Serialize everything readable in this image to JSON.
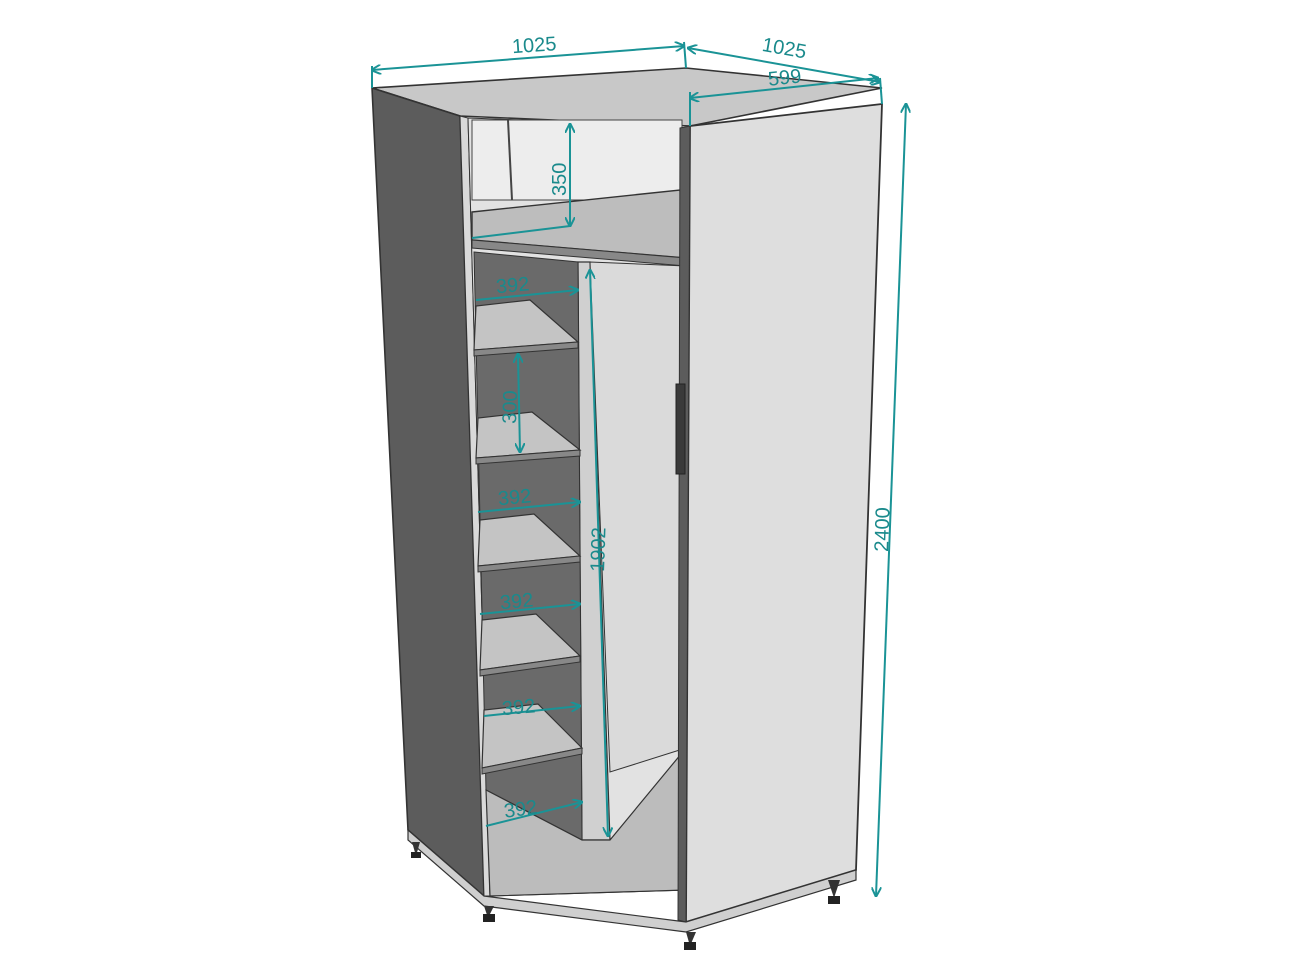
{
  "colors": {
    "dimension": "#1a9396",
    "panel_dark": "#5c5c5c",
    "panel_light": "#dcdcdc",
    "panel_mid": "#bdbdbd",
    "edge": "#333333"
  },
  "dimensions": {
    "width_front": "1025",
    "width_side": "1025",
    "door_width": "599",
    "total_height": "2400",
    "top_compartment": "350",
    "shelf_spacing": "300",
    "hanging_height": "1902",
    "shelf_width_1": "392",
    "shelf_width_2": "392",
    "shelf_width_3": "392",
    "shelf_width_4": "392",
    "shelf_width_5": "392"
  }
}
